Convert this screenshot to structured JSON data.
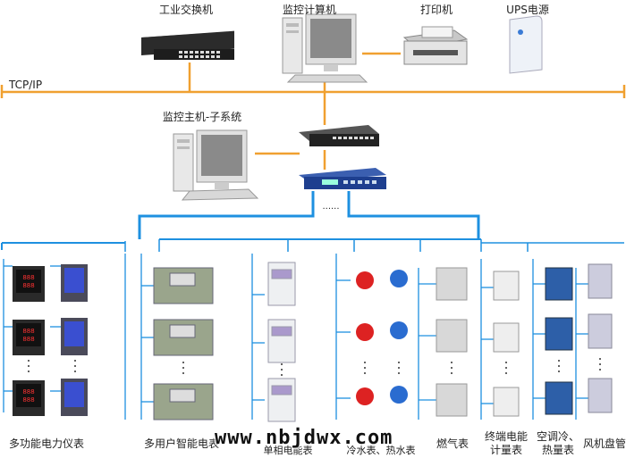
{
  "network": {
    "label": "TCP/IP",
    "line_color": "#f0a030",
    "bus_color": "#1e90e0"
  },
  "top_devices": {
    "switch": "工业交换机",
    "computer": "监控计算机",
    "printer": "打印机",
    "ups": "UPS电源"
  },
  "host": {
    "label": "监控主机-子系统"
  },
  "dots_label": "......",
  "meter_groups": [
    {
      "label": "多功能电力仪表"
    },
    {
      "label": "多用户智能电表"
    },
    {
      "label": "单相电能表"
    },
    {
      "label": "冷水表、热水表"
    },
    {
      "label": "燃气表"
    },
    {
      "label": "终端电能\n计量表"
    },
    {
      "label": "空调冷、\n热量表"
    },
    {
      "label": "风机盘管"
    }
  ],
  "watermark": "www.nbjdwx.com"
}
